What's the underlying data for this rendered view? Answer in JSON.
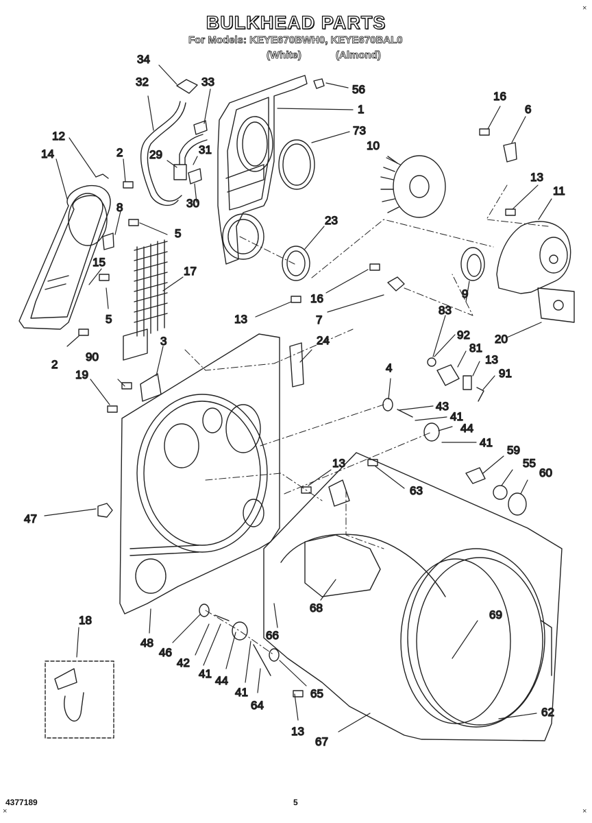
{
  "header": {
    "title": "BULKHEAD PARTS",
    "models_line": "For Models: KEYE670BWH0, KEYE670BAL0",
    "variant_white": "(White)",
    "variant_almond": "(Almond)"
  },
  "callouts": [
    "34",
    "32",
    "33",
    "56",
    "1",
    "16",
    "6",
    "12",
    "73",
    "10",
    "14",
    "2",
    "29",
    "31",
    "30",
    "13",
    "11",
    "8",
    "5",
    "23",
    "15",
    "17",
    "16",
    "7",
    "83",
    "9",
    "13",
    "5",
    "2",
    "3",
    "24",
    "92",
    "20",
    "81",
    "90",
    "13",
    "91",
    "19",
    "4",
    "43",
    "41",
    "44",
    "41",
    "59",
    "13",
    "55",
    "60",
    "63",
    "47",
    "68",
    "69",
    "66",
    "48",
    "46",
    "42",
    "41",
    "44",
    "41",
    "65",
    "62",
    "64",
    "13",
    "67",
    "18"
  ],
  "footer": {
    "doc_number": "4377189",
    "page": "5"
  }
}
